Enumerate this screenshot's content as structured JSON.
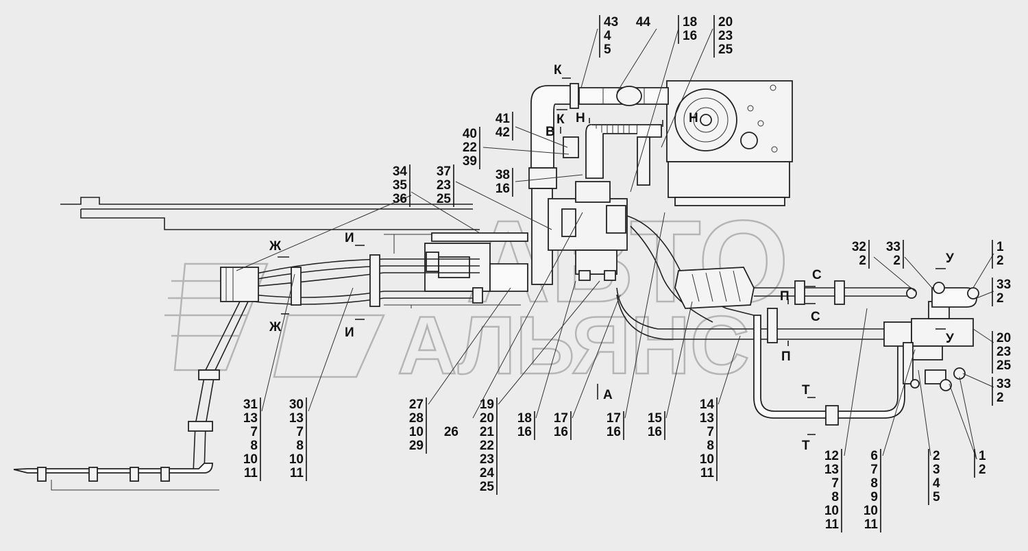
{
  "watermark": {
    "line1": "АВТО",
    "line2": "АЛЬЯНС"
  },
  "section_marks": [
    "К",
    "К",
    "Н",
    "Н",
    "В",
    "Ж",
    "Ж",
    "И",
    "И",
    "С",
    "С",
    "П",
    "П",
    "Т",
    "Т",
    "У",
    "У",
    "А"
  ],
  "callouts": [
    [
      "43",
      "4",
      "5"
    ],
    [
      "44"
    ],
    [
      "18",
      "16"
    ],
    [
      "20",
      "23",
      "25"
    ],
    [
      "41",
      "42"
    ],
    [
      "40",
      "22",
      "39"
    ],
    [
      "38",
      "16"
    ],
    [
      "37",
      "23",
      "25"
    ],
    [
      "34",
      "35",
      "36"
    ],
    [
      "32",
      "2"
    ],
    [
      "33",
      "2"
    ],
    [
      "1",
      "2"
    ],
    [
      "33",
      "2"
    ],
    [
      "20",
      "23",
      "25"
    ],
    [
      "33",
      "2"
    ],
    [
      "31",
      "13",
      "7",
      "8",
      "10",
      "11"
    ],
    [
      "30",
      "13",
      "7",
      "8",
      "10",
      "11"
    ],
    [
      "27",
      "28",
      "10",
      "29"
    ],
    [
      "26"
    ],
    [
      "19",
      "20",
      "21",
      "22",
      "23",
      "24",
      "25"
    ],
    [
      "18",
      "16"
    ],
    [
      "17",
      "16"
    ],
    [
      "17",
      "16"
    ],
    [
      "15",
      "16"
    ],
    [
      "14",
      "13",
      "7",
      "8",
      "10",
      "11"
    ],
    [
      "12",
      "13",
      "7",
      "8",
      "10",
      "11"
    ],
    [
      "6",
      "7",
      "8",
      "9",
      "10",
      "11"
    ],
    [
      "2",
      "3",
      "4",
      "5"
    ],
    [
      "1",
      "2"
    ]
  ]
}
